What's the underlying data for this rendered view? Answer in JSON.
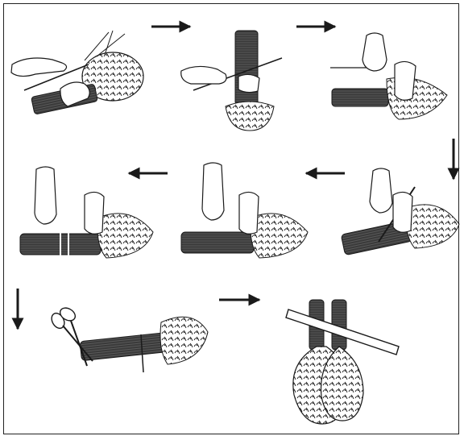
{
  "diagram": {
    "description_visible_text": "",
    "steps": [
      {
        "id": "step-1",
        "action": "hold-twigs-and-handle"
      },
      {
        "id": "step-2",
        "action": "wrap-cord-around-bundle"
      },
      {
        "id": "step-3",
        "action": "pull-cord-tight"
      },
      {
        "id": "step-4",
        "action": "insert-stick-under-wrap"
      },
      {
        "id": "step-5",
        "action": "twist-and-tighten"
      },
      {
        "id": "step-6",
        "action": "secure-binding"
      },
      {
        "id": "step-7",
        "action": "trim-with-scissors"
      },
      {
        "id": "step-8",
        "action": "hang-finished-brooms-on-pole"
      }
    ],
    "flow": [
      "right",
      "right",
      "down",
      "left",
      "left",
      "down",
      "right"
    ]
  },
  "colors": {
    "ink": "#1a1a1a",
    "fill_dark": "#2b2b2b",
    "fill_mid": "#7a7a7a",
    "fill_light": "#d8d8d8",
    "paper": "#ffffff"
  }
}
